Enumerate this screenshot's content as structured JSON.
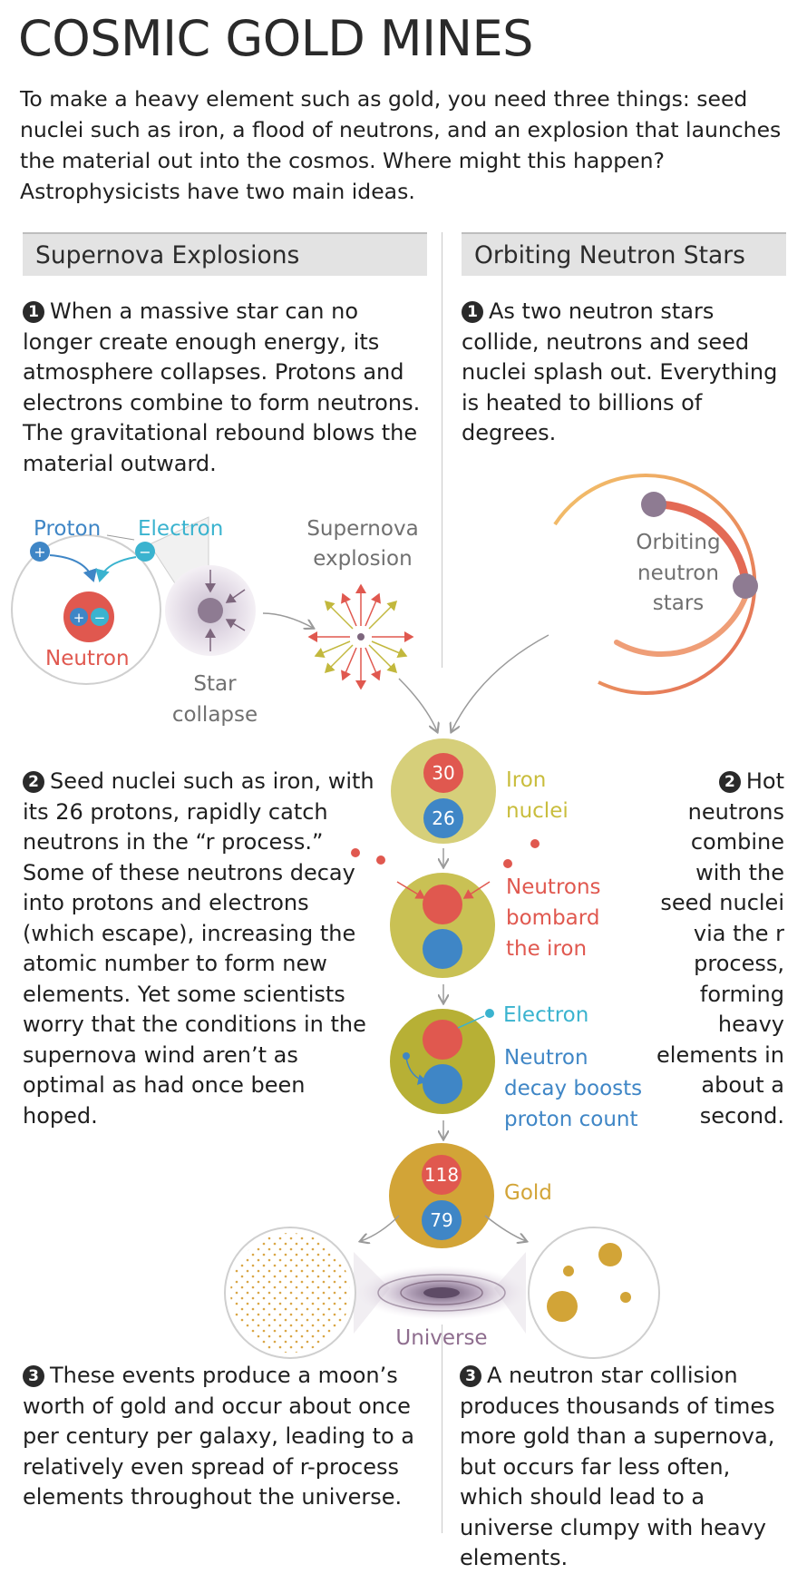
{
  "title": "COSMIC GOLD MINES",
  "intro": "To make a heavy element such as gold, you need three things: seed nuclei such as iron, a flood of neutrons, and an explosion that launches the material out into the cosmos. Where might this happen? Astrophysicists have two main ideas.",
  "left": {
    "header": "Supernova Explosions",
    "step1_num": "1",
    "step1": "When a massive star can no longer create enough energy, its atmosphere collapses. Protons and electrons combine to form neutrons. The gravitational rebound blows the material outward.",
    "step2_num": "2",
    "step2": "Seed nuclei such as iron, with its 26 protons, rapidly catch neutrons in the “r process.” Some of these neutrons decay into protons and electrons (which escape), increasing the atomic number to form new elements. Yet some scientists worry that the conditions in the supernova wind aren’t as optimal as had once been hoped.",
    "step3_num": "3",
    "step3": "These events produce a moon’s worth of gold and occur about once per century per galaxy, leading to a relatively even spread of r-process elements throughout the universe."
  },
  "right": {
    "header": "Orbiting Neutron Stars",
    "step1_num": "1",
    "step1": "As two neutron stars collide, neutrons and seed nuclei splash out. Everything is heated to billions of degrees.",
    "step2_num": "2",
    "step2": "Hot neutrons combine with the seed nuclei via the r process, forming heavy elements in about a second.",
    "step3_num": "3",
    "step3": "A neutron star collision produces thousands of times more gold than a supernova, but occurs far less often, which should lead to a universe clumpy with heavy elements."
  },
  "labels": {
    "proton": "Proton",
    "electron": "Electron",
    "neutron": "Neutron",
    "star_collapse_1": "Star",
    "star_collapse_2": "collapse",
    "supernova_1": "Supernova",
    "supernova_2": "explosion",
    "orbiting_1": "Orbiting",
    "orbiting_2": "neutron",
    "orbiting_3": "stars",
    "iron_1": "Iron",
    "iron_2": "nuclei",
    "iron_neutrons": "30",
    "iron_protons": "26",
    "bombard_1": "Neutrons",
    "bombard_2": "bombard",
    "bombard_3": "the iron",
    "decay_electron": "Electron",
    "decay_1": "Neutron",
    "decay_2": "decay boosts",
    "decay_3": "proton count",
    "gold": "Gold",
    "gold_neutrons": "118",
    "gold_protons": "79",
    "universe": "Universe",
    "plus": "+",
    "minus": "−"
  },
  "colors": {
    "proton_blue": "#3f86c6",
    "electron_cyan": "#3ab3cf",
    "neutron_red": "#e0584f",
    "iron_yellow": "#d6cf7a",
    "gold": "#d2a437",
    "universe_purple": "#8e6d8e",
    "header_gray": "#e3e3e3"
  }
}
